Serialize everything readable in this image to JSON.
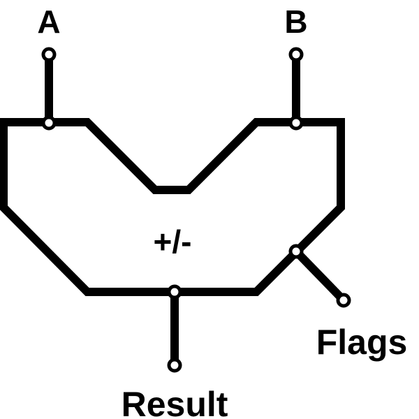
{
  "labels": {
    "input_a": "A",
    "input_b": "B",
    "operation": "+/-",
    "output_result": "Result",
    "output_flags": "Flags"
  },
  "colors": {
    "stroke": "#000000",
    "background": "#ffffff",
    "terminal_fill": "#ffffff"
  }
}
